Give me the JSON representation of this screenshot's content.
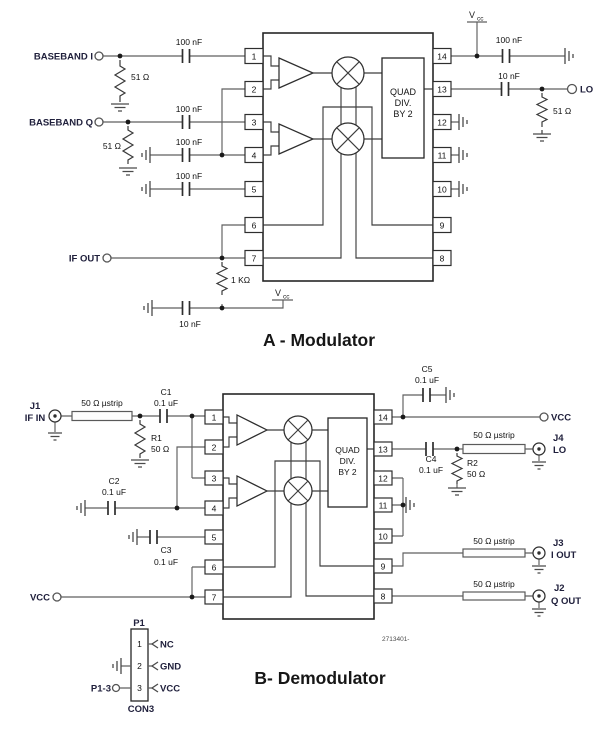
{
  "page": {
    "title_a": "A - Modulator",
    "title_b": "B- Demodulator",
    "part_number": "2713401-"
  },
  "mod": {
    "pins_left": [
      "1",
      "2",
      "3",
      "4",
      "5",
      "6",
      "7"
    ],
    "pins_right": [
      "14",
      "13",
      "12",
      "11",
      "10",
      "9",
      "8"
    ],
    "quad": {
      "l1": "QUAD",
      "l2": "DIV.",
      "l3": "BY 2"
    },
    "labels": {
      "baseband_i": "BASEBAND I",
      "baseband_q": "BASEBAND Q",
      "if_out": "IF OUT",
      "lo": "LO",
      "vcc_v": "V",
      "vcc_sub": "cc"
    },
    "caps": {
      "i": "100 nF",
      "q": "100 nF",
      "p4": "100 nF",
      "p5": "100 nF",
      "p14": "100 nF",
      "p13": "10 nF",
      "ifout": "10 nF"
    },
    "res": {
      "i": "51 Ω",
      "q": "51 Ω",
      "ifout": "1 KΩ",
      "lo": "51 Ω"
    }
  },
  "demod": {
    "pins_left": [
      "1",
      "2",
      "3",
      "4",
      "5",
      "6",
      "7"
    ],
    "pins_right": [
      "14",
      "13",
      "12",
      "11",
      "10",
      "9",
      "8"
    ],
    "quad": {
      "l1": "QUAD",
      "l2": "DIV.",
      "l3": "BY 2"
    },
    "ustrip": "50 Ω µstrip",
    "labels": {
      "j1": "J1",
      "j1_name": "IF IN",
      "j2": "J2",
      "j2_name": "Q OUT",
      "j3": "J3",
      "j3_name": "I OUT",
      "j4": "J4",
      "j4_name": "LO",
      "vcc_in": "VCC",
      "vcc_out": "VCC"
    },
    "caps": {
      "c1": "C1",
      "c1_val": "0.1 uF",
      "c2": "C2",
      "c2_val": "0.1 uF",
      "c3": "C3",
      "c3_val": "0.1 uF",
      "c4": "C4",
      "c4_val": "0.1 uF",
      "c5": "C5",
      "c5_val": "0.1 uF"
    },
    "res": {
      "r1": "R1",
      "r1_val": "50 Ω",
      "r2": "R2",
      "r2_val": "50 Ω"
    }
  },
  "p1": {
    "title": "P1",
    "pins": [
      "1",
      "2",
      "3"
    ],
    "signals": [
      "NC",
      "GND",
      "VCC"
    ],
    "terminal": "P1-3",
    "footer": "CON3"
  }
}
